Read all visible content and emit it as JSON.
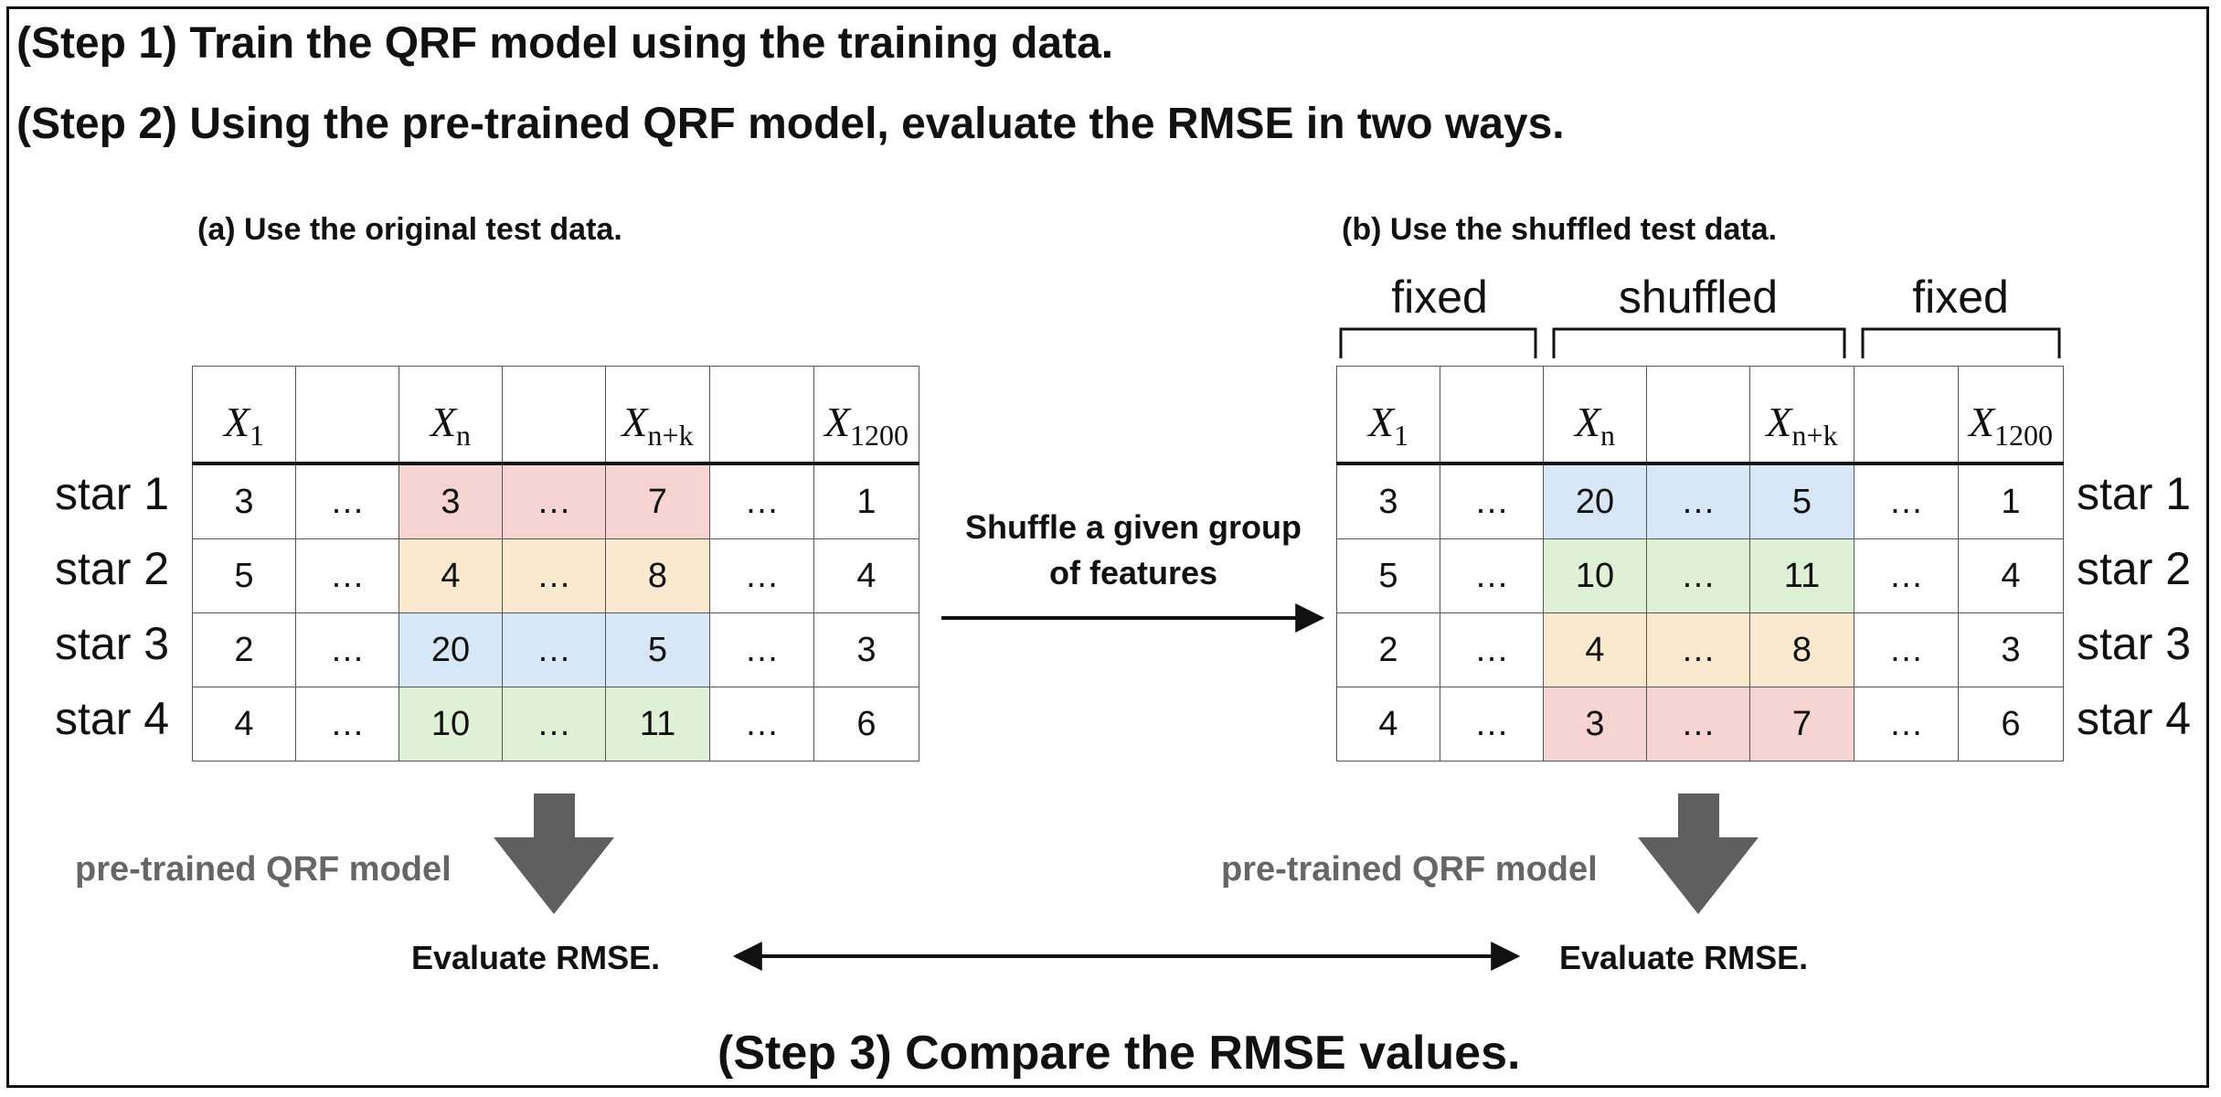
{
  "steps": {
    "step1": "(Step 1) Train the QRF model using the training data.",
    "step2": "(Step 2) Using the pre-trained QRF model, evaluate the RMSE in two ways.",
    "step3": "(Step 3) Compare the RMSE values."
  },
  "left_panel": {
    "title": "(a) Use the original test data.",
    "headers": [
      {
        "sym": "X",
        "sub": "1"
      },
      {
        "sym": "",
        "sub": ""
      },
      {
        "sym": "X",
        "sub": "n"
      },
      {
        "sym": "",
        "sub": ""
      },
      {
        "sym": "X",
        "sub": "n+k"
      },
      {
        "sym": "",
        "sub": ""
      },
      {
        "sym": "X",
        "sub": "1200"
      }
    ],
    "rows": [
      {
        "label": "star 1",
        "cells": [
          "3",
          "…",
          "3",
          "…",
          "7",
          "…",
          "1"
        ],
        "color": "red"
      },
      {
        "label": "star 2",
        "cells": [
          "5",
          "…",
          "4",
          "…",
          "8",
          "…",
          "4"
        ],
        "color": "orange"
      },
      {
        "label": "star 3",
        "cells": [
          "2",
          "…",
          "20",
          "…",
          "5",
          "…",
          "3"
        ],
        "color": "blue"
      },
      {
        "label": "star 4",
        "cells": [
          "4",
          "…",
          "10",
          "…",
          "11",
          "…",
          "6"
        ],
        "color": "green"
      }
    ],
    "model_label": "pre-trained QRF model",
    "eval_label": "Evaluate RMSE."
  },
  "right_panel": {
    "title": "(b) Use the shuffled test data.",
    "groups": [
      "fixed",
      "shuffled",
      "fixed"
    ],
    "headers": [
      {
        "sym": "X",
        "sub": "1"
      },
      {
        "sym": "",
        "sub": ""
      },
      {
        "sym": "X",
        "sub": "n"
      },
      {
        "sym": "",
        "sub": ""
      },
      {
        "sym": "X",
        "sub": "n+k"
      },
      {
        "sym": "",
        "sub": ""
      },
      {
        "sym": "X",
        "sub": "1200"
      }
    ],
    "rows": [
      {
        "label": "star 1",
        "cells": [
          "3",
          "…",
          "20",
          "…",
          "5",
          "…",
          "1"
        ],
        "color": "blue"
      },
      {
        "label": "star 2",
        "cells": [
          "5",
          "…",
          "10",
          "…",
          "11",
          "…",
          "4"
        ],
        "color": "green"
      },
      {
        "label": "star 3",
        "cells": [
          "2",
          "…",
          "4",
          "…",
          "8",
          "…",
          "3"
        ],
        "color": "orange"
      },
      {
        "label": "star 4",
        "cells": [
          "4",
          "…",
          "3",
          "…",
          "7",
          "…",
          "6"
        ],
        "color": "red"
      }
    ],
    "model_label": "pre-trained QRF model",
    "eval_label": "Evaluate RMSE."
  },
  "shuffle_arrow_label": {
    "line1": "Shuffle a given group",
    "line2": "of features"
  },
  "colors": {
    "red": "#f6d4d1",
    "orange": "#fbe9cf",
    "blue": "#d7e7f8",
    "green": "#def0d5",
    "down_arrow": "#5f5f5f",
    "grey_text": "#666666"
  }
}
